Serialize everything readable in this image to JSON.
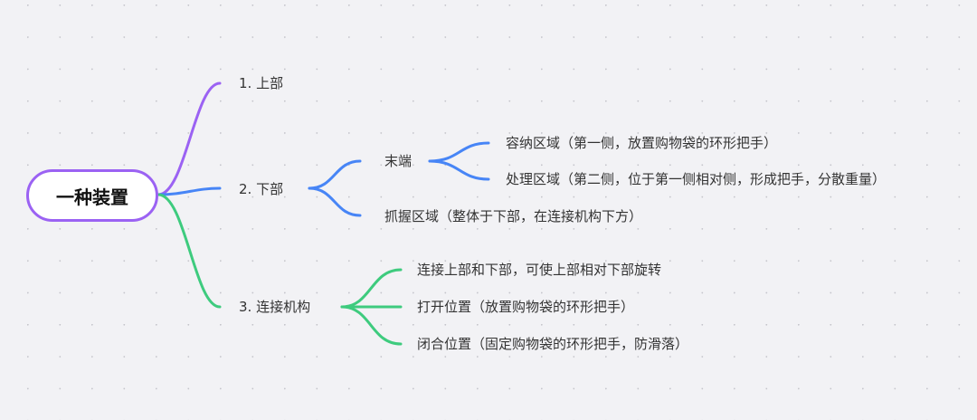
{
  "colors": {
    "purple": "#9b62f3",
    "blue": "#4785f6",
    "green": "#3ecb7e"
  },
  "root": {
    "label": "一种装置"
  },
  "branches": [
    {
      "label": "1. 上部"
    },
    {
      "label": "2. 下部",
      "children": [
        {
          "label": "末端",
          "children": [
            {
              "label": "容纳区域（第一侧，放置购物袋的环形把手）"
            },
            {
              "label": "处理区域（第二侧，位于第一侧相对侧，形成把手，分散重量）"
            }
          ]
        },
        {
          "label": "抓握区域（整体于下部，在连接机构下方）"
        }
      ]
    },
    {
      "label": "3. 连接机构",
      "children": [
        {
          "label": "连接上部和下部，可使上部相对下部旋转"
        },
        {
          "label": "打开位置（放置购物袋的环形把手）"
        },
        {
          "label": "闭合位置（固定购物袋的环形把手，防滑落）"
        }
      ]
    }
  ]
}
